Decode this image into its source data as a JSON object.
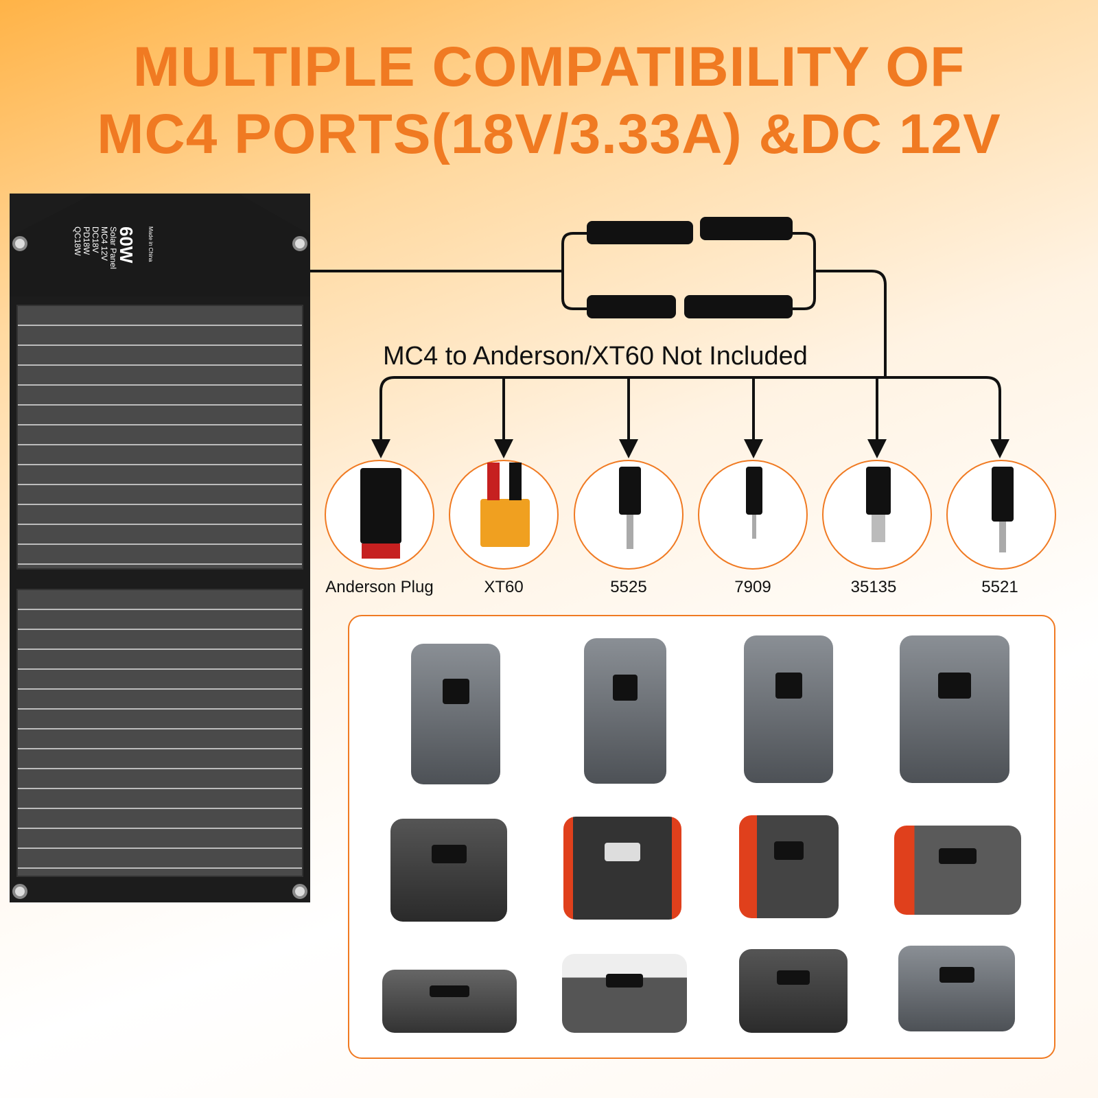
{
  "title": {
    "line1": "MULTIPLE COMPATIBILITY OF",
    "line2": "MC4 PORTS(18V/3.33A) &DC 12V"
  },
  "panel": {
    "wattage": "60W",
    "name": "Solar Panel",
    "specs": [
      "MC4 12V",
      "DC18V",
      "PD18W",
      "QC18W"
    ],
    "origin": "Made in China"
  },
  "note": "MC4 to Anderson/XT60 Not Included",
  "plugs": [
    {
      "label": "Anderson Plug"
    },
    {
      "label": "XT60"
    },
    {
      "label": "5525"
    },
    {
      "label": "7909"
    },
    {
      "label": "35135"
    },
    {
      "label": "5521"
    }
  ],
  "colors": {
    "accent": "#f07a22",
    "panel": "#1c1c1c"
  }
}
